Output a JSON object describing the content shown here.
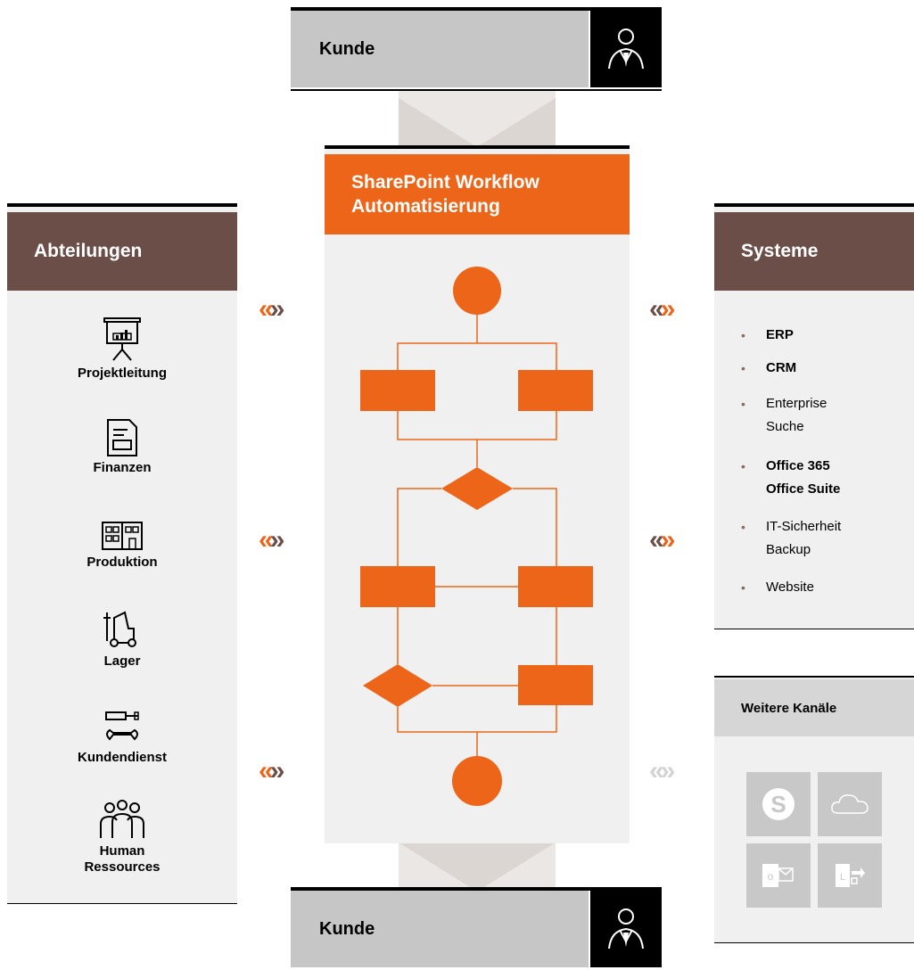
{
  "kunde_top": {
    "label": "Kunde"
  },
  "kunde_bottom": {
    "label": "Kunde"
  },
  "center": {
    "title_line1": "SharePoint Workflow",
    "title_line2": "Automatisierung"
  },
  "abteilungen": {
    "title": "Abteilungen",
    "items": [
      {
        "label": "Projektleitung",
        "icon": "presentation-board-icon"
      },
      {
        "label": "Finanzen",
        "icon": "document-icon"
      },
      {
        "label": "Produktion",
        "icon": "factory-building-icon"
      },
      {
        "label": "Lager",
        "icon": "forklift-icon"
      },
      {
        "label": "Kundendienst",
        "icon": "tools-icon"
      },
      {
        "label": "Human",
        "label2": "Ressources",
        "icon": "people-group-icon"
      }
    ]
  },
  "systeme": {
    "title": "Systeme",
    "items": [
      {
        "line1": "ERP",
        "line2": "",
        "bold": true
      },
      {
        "line1": "CRM",
        "line2": "",
        "bold": true
      },
      {
        "line1": "Enterprise",
        "line2": "Suche",
        "bold": false
      },
      {
        "line1": "Office 365",
        "line2": "Office Suite",
        "bold": true
      },
      {
        "line1": "IT-Sicherheit",
        "line2": "Backup",
        "bold": false
      },
      {
        "line1": "Website",
        "line2": "",
        "bold": false
      }
    ],
    "bullet": "•"
  },
  "weitere": {
    "title": "Weitere Kanäle",
    "tiles": [
      "skype-icon",
      "cloud-icon",
      "outlook-icon",
      "lync-icon"
    ]
  },
  "connectors": {
    "left": "«",
    "right": "»"
  },
  "colors": {
    "accent": "#ec6519",
    "brown": "#6b4e48",
    "panel": "#f0f0f0",
    "grey": "#c6c6c6"
  }
}
